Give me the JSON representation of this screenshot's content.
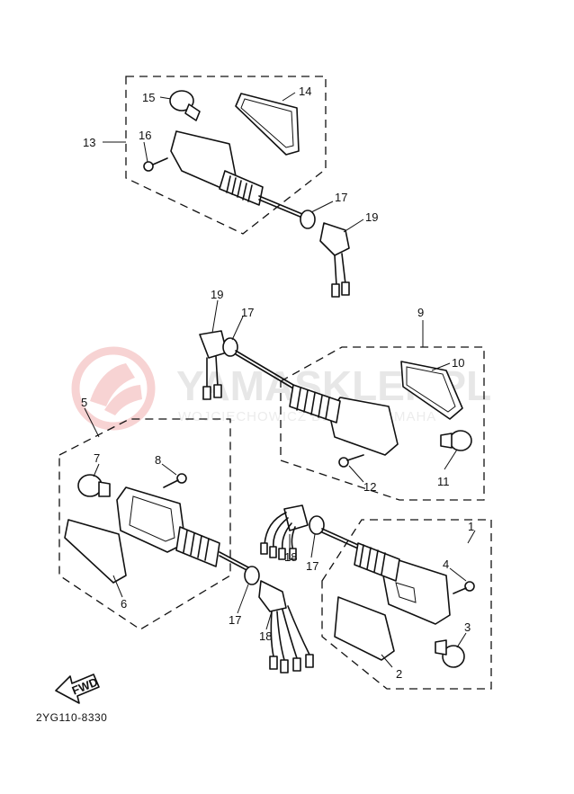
{
  "diagram": {
    "part_code": "2YG110-8330",
    "fwd_label": "FWD",
    "watermark": {
      "title": "YAMASKLEP.PL",
      "subtitle": "WOJCIECHOWICZ DEALER YAMAHA",
      "logo": "yamaha-tuning-fork-logo"
    },
    "callouts": [
      "1",
      "2",
      "3",
      "4",
      "5",
      "6",
      "7",
      "8",
      "9",
      "10",
      "11",
      "12",
      "13",
      "14",
      "15",
      "16",
      "17",
      "19",
      "17",
      "19",
      "17",
      "18",
      "17",
      "18"
    ]
  }
}
